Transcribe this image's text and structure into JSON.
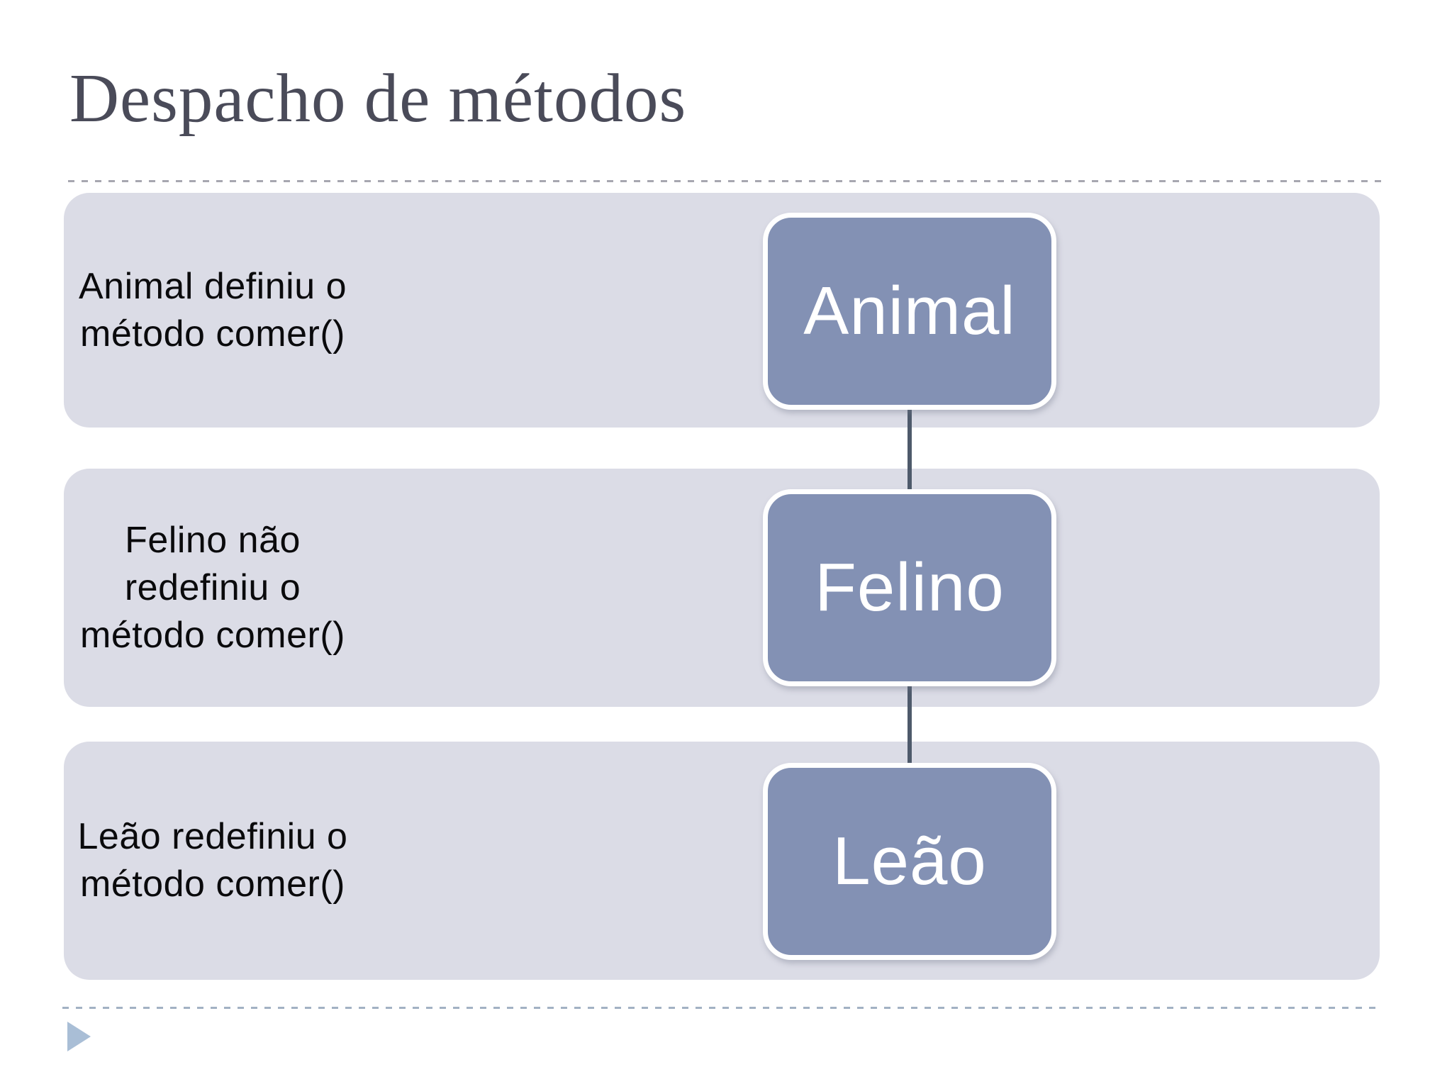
{
  "slide": {
    "title": "Despacho de métodos",
    "diagram": {
      "rows": [
        {
          "note_lines": [
            "Animal definiu o",
            "método comer()"
          ],
          "node_label": "Animal"
        },
        {
          "note_lines": [
            "Felino não",
            "redefiniu o",
            "método comer()"
          ],
          "node_label": "Felino"
        },
        {
          "note_lines": [
            "Leão redefiniu o",
            "método comer()"
          ],
          "node_label": "Leão"
        }
      ]
    },
    "colors": {
      "band_fill": "#dbdce6",
      "node_fill": "#8391b4",
      "node_border": "#ffffff",
      "node_text": "#ffffff",
      "connector": "#4e5a6b",
      "title_text": "#4a4b59",
      "note_text": "#0a0a0c",
      "top_rule": "#a7a7b0",
      "bottom_rule": "#a2b1c3",
      "triangle": "#a9bed6"
    }
  }
}
